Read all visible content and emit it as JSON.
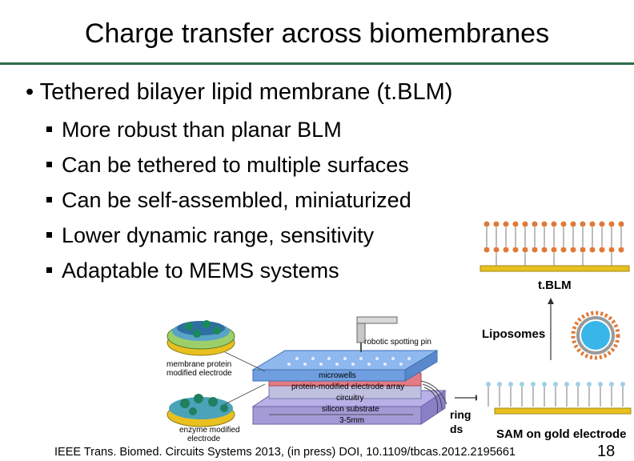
{
  "slide": {
    "title": "Charge transfer across biomembranes",
    "main_bullet": "• Tethered bilayer lipid membrane (t.BLM)",
    "sub_bullets": [
      "More robust than planar BLM",
      "Can be tethered to multiple surfaces",
      "Can be self-assembled, miniaturized",
      "Lower dynamic range, sensitivity",
      "Adaptable to MEMS systems"
    ],
    "citation": "IEEE Trans. Biomed. Circuits Systems 2013, (in press) DOI, 10.1109/tbcas.2012.2195661",
    "slide_number": "18"
  },
  "figure_left": {
    "membrane_label_1": "membrane protein",
    "membrane_label_2": "modified electrode",
    "enzyme_label_1": "enzyme modified",
    "enzyme_label_2": "electrode",
    "pin_label": "robotic spotting pin",
    "layer_microwells": "microwells",
    "layer_protein": "protein-modified electrode array",
    "layer_circuitry": "circuitry",
    "layer_silicon": "silicon substrate",
    "dimension": "3-5mm",
    "cut_text_1": "ring",
    "cut_text_2": "ds"
  },
  "figure_right": {
    "tblm_label": "t.BLM",
    "liposomes_label": "Liposomes",
    "sam_label": "SAM on gold electrode"
  },
  "colors": {
    "title_rule": "#2e6b4b",
    "gold": "#e8c020",
    "lipid_head": "#e07a3a",
    "liposome_core": "#39b6e8",
    "chip_blue": "#6f9fe0",
    "protein_layer": "#e47a84",
    "silicon": "#a49bd6"
  }
}
